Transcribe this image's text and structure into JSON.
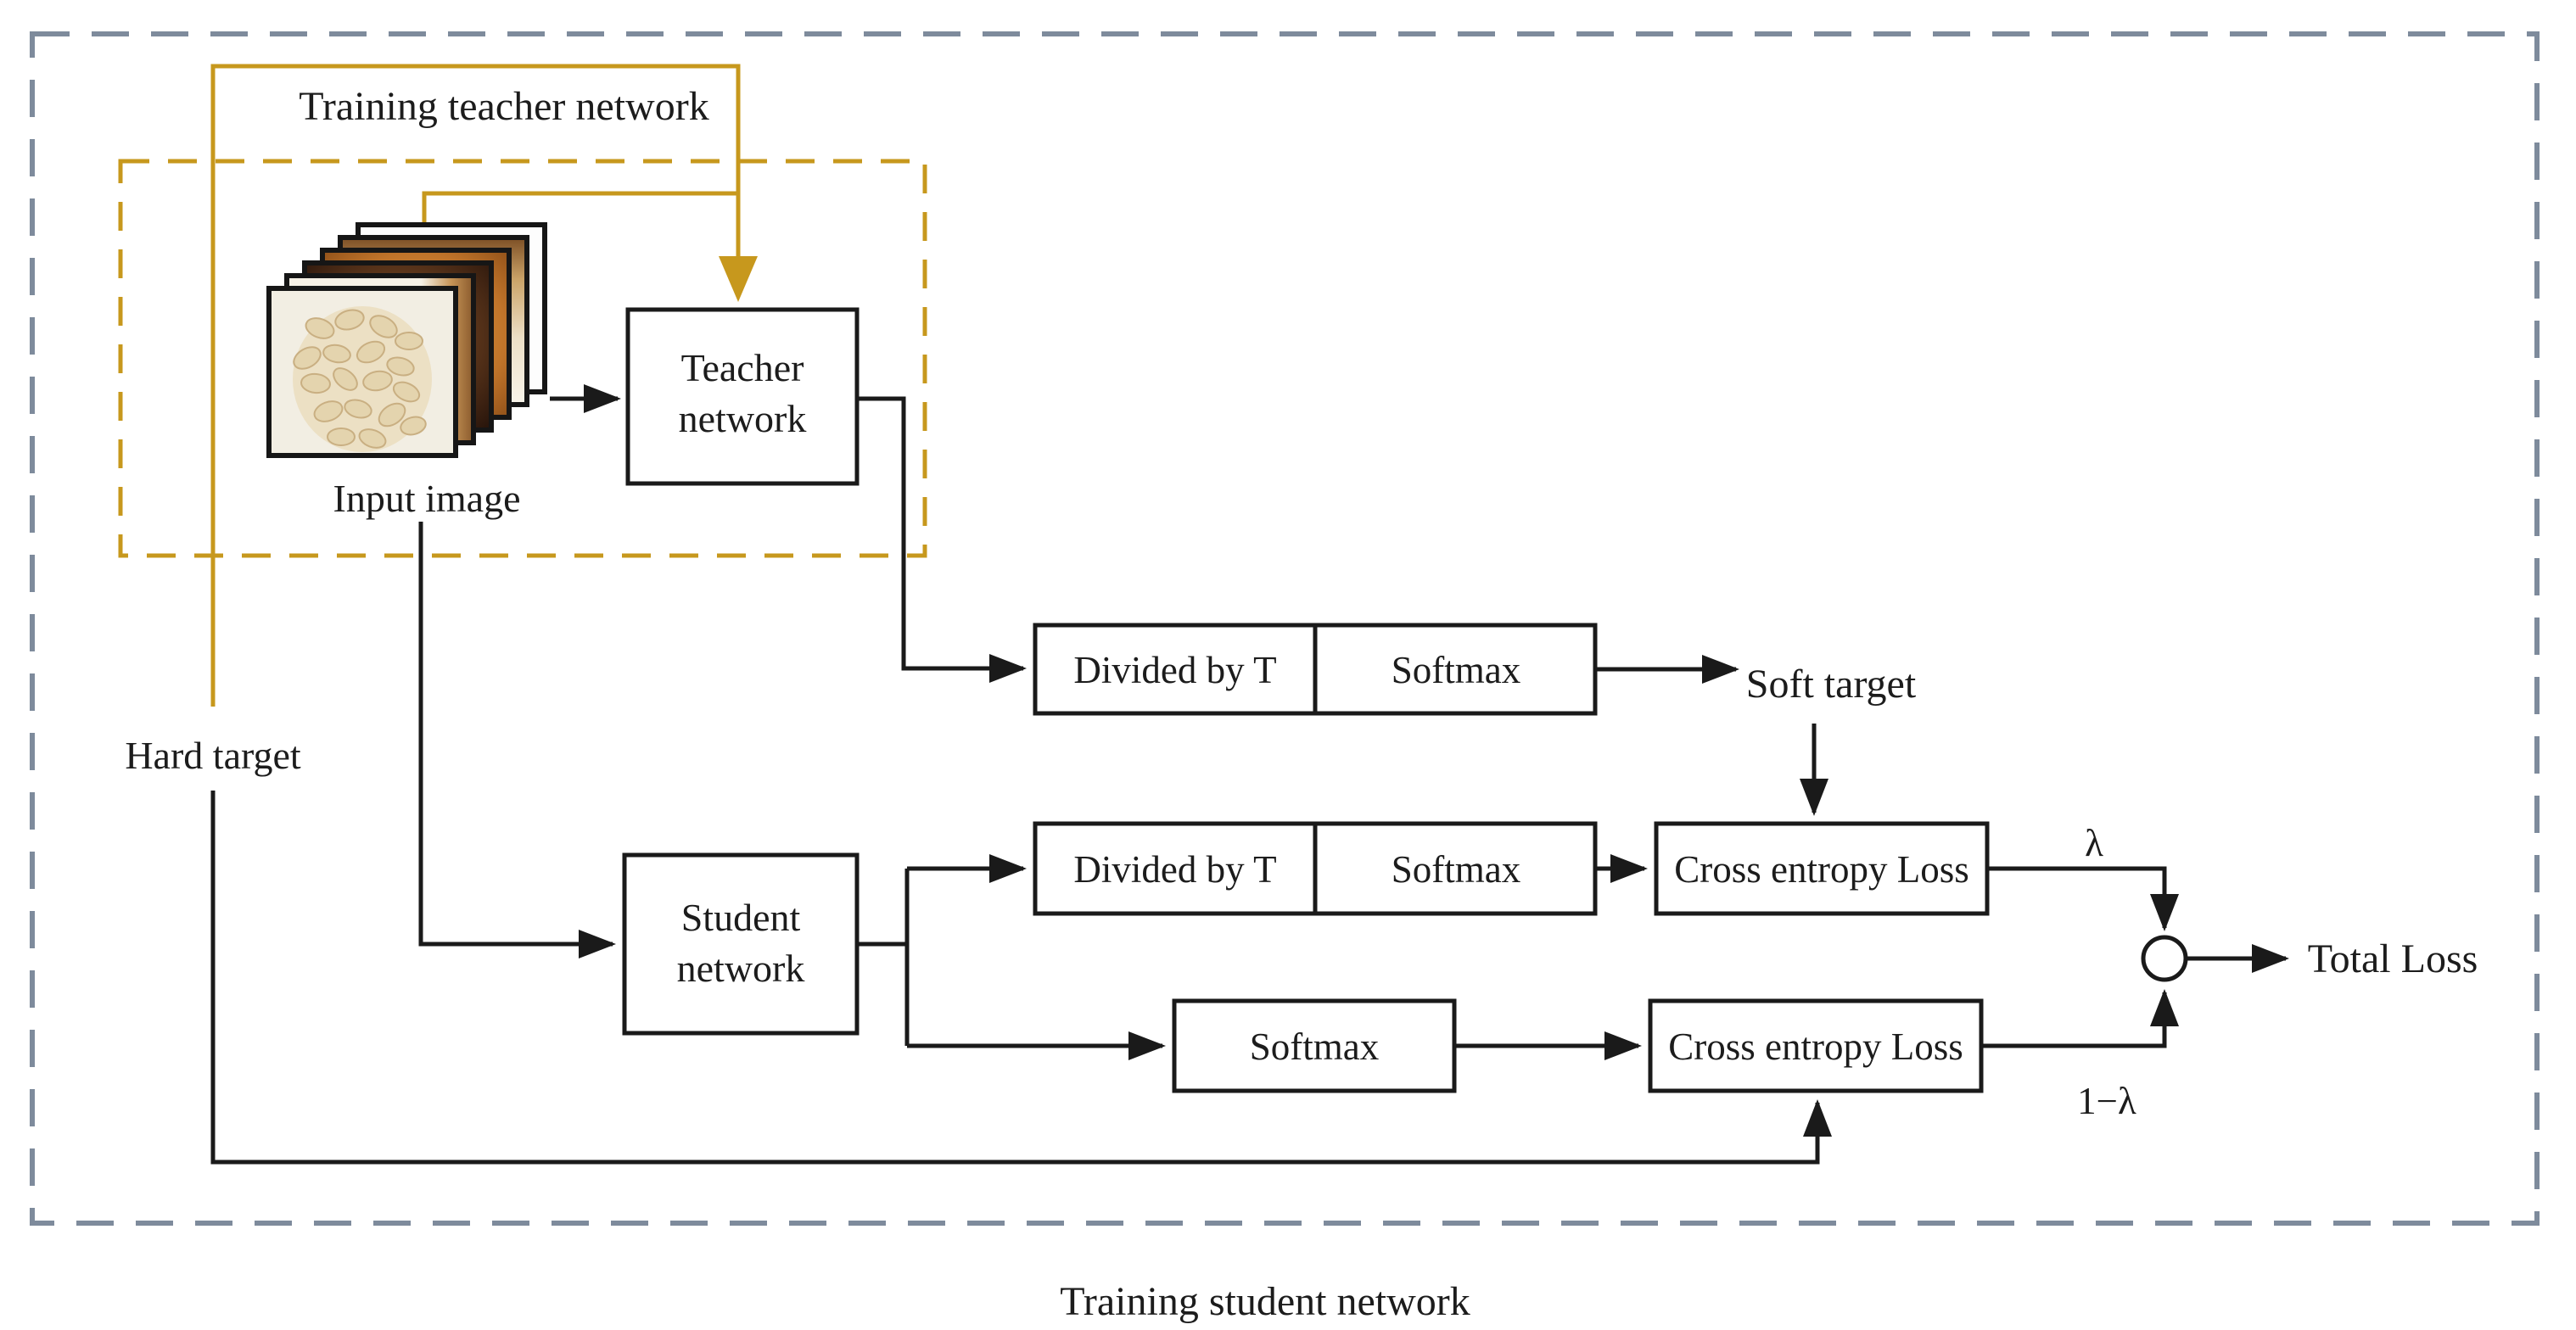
{
  "colors": {
    "accent_orange": "#C7981D",
    "border_gray": "#7E8B9C",
    "line_black": "#1a1a1a"
  },
  "regions": {
    "teacher_training_label": "Training teacher network",
    "caption": "Training student network"
  },
  "stack": {
    "label": "Input image",
    "layer_count": 6
  },
  "boxes": {
    "teacher": {
      "line1": "Teacher",
      "line2": "network"
    },
    "student": {
      "line1": "Student",
      "line2": "network"
    },
    "pipeline_top": {
      "divided_by_t": "Divided by T",
      "softmax": "Softmax"
    },
    "pipeline_mid": {
      "divided_by_t": "Divided by T",
      "softmax": "Softmax",
      "cross_entropy": "Cross entropy Loss"
    },
    "pipeline_bottom": {
      "softmax": "Softmax",
      "cross_entropy": "Cross entropy Loss"
    }
  },
  "labels": {
    "hard_target": "Hard target",
    "soft_target": "Soft target",
    "lambda": "λ",
    "one_minus_lambda": "1−λ",
    "total_loss": "Total Loss"
  }
}
